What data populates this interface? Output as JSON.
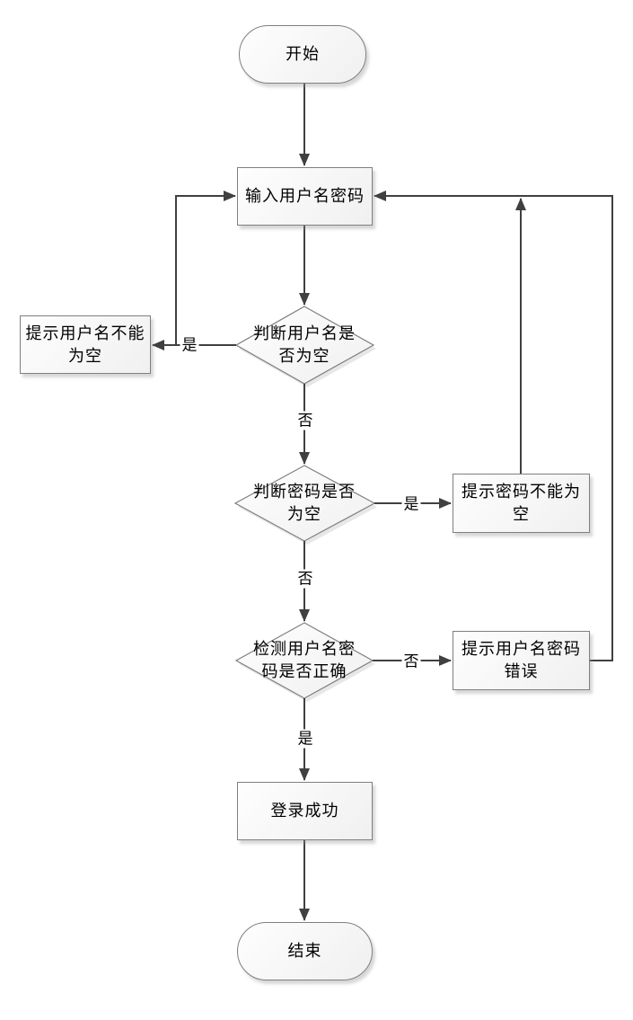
{
  "diagram": {
    "type": "flowchart",
    "background": "#ffffff",
    "colors": {
      "connector": "#404040",
      "shape_border": "#7f7f7f",
      "shape_fill_top": "#fefefe",
      "shape_fill_bottom": "#f0f0f0",
      "text": "#000000"
    },
    "nodes": {
      "start": {
        "shape": "terminator",
        "label": "开始"
      },
      "input_credentials": {
        "shape": "process",
        "label": "输入用户名密码"
      },
      "check_username_empty": {
        "shape": "decision",
        "label": "判断用户名是\n否为空"
      },
      "prompt_username_empty": {
        "shape": "process",
        "label": "提示用户名不能\n为空"
      },
      "check_password_empty": {
        "shape": "decision",
        "label": "判断密码是否\n为空"
      },
      "prompt_password_empty": {
        "shape": "process",
        "label": "提示密码不能为\n空"
      },
      "check_credentials_correct": {
        "shape": "decision",
        "label": "检测用户名密\n码是否正确"
      },
      "prompt_credentials_wrong": {
        "shape": "process",
        "label": "提示用户名密码\n错误"
      },
      "login_success": {
        "shape": "process",
        "label": "登录成功"
      },
      "end": {
        "shape": "terminator",
        "label": "结束"
      }
    },
    "edge_labels": {
      "username_empty_yes": "是",
      "username_empty_no": "否",
      "password_empty_yes": "是",
      "password_empty_no": "否",
      "credentials_correct_no": "否",
      "credentials_correct_yes": "是"
    }
  }
}
